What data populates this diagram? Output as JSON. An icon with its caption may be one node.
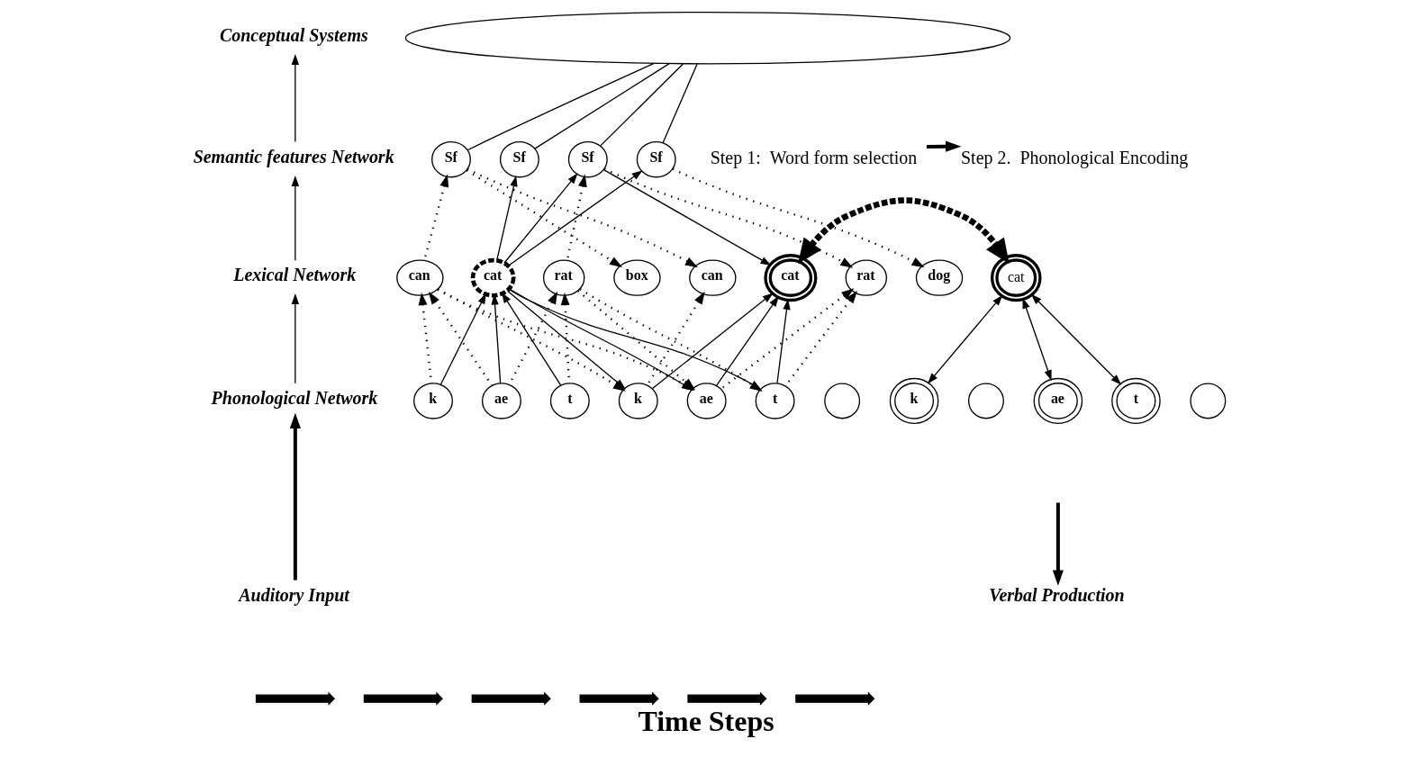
{
  "diagram": {
    "caption": "Time Steps",
    "nodes": [
      {
        "text": [],
        "shape": "ellipse"
      },
      {
        "text": [
          "Sf"
        ]
      },
      {
        "text": [
          "Sf"
        ]
      },
      {
        "text": [
          "Sf"
        ]
      },
      {
        "text": [
          "Sf"
        ]
      },
      {
        "text": [
          "can"
        ]
      },
      {
        "text": [
          "cat"
        ]
      },
      {
        "text": [
          "rat"
        ]
      },
      {
        "text": [
          "k"
        ]
      },
      {
        "text": [
          "ae"
        ]
      },
      {
        "text": [
          "t"
        ]
      },
      {
        "text": [
          "box"
        ]
      },
      {
        "text": [
          "can"
        ]
      },
      {
        "text": [
          "cat"
        ]
      },
      {
        "text": [
          "rat"
        ]
      },
      {
        "text": [
          "dog"
        ]
      },
      {
        "text": [
          "k"
        ]
      },
      {
        "text": [
          "ae"
        ]
      },
      {
        "text": [
          "t"
        ]
      },
      {
        "text": [
          "cat"
        ]
      },
      {
        "text": [],
        "shape": "circle"
      },
      {
        "text": [
          "k"
        ]
      },
      {
        "text": [],
        "shape": "circle"
      },
      {
        "text": [
          "ae"
        ]
      },
      {
        "text": [
          "t"
        ]
      },
      {
        "text": [],
        "shape": "circle"
      },
      {
        "text": [
          "Conceptual Systems"
        ]
      },
      {
        "text": [
          "Semantic features Network"
        ]
      },
      {
        "text": [
          "Lexical Network"
        ]
      },
      {
        "text": [
          "Phonological Network"
        ]
      },
      {
        "text": [
          "Auditory Input"
        ]
      },
      {
        "text": [
          "Step 1:  Word form selection"
        ]
      },
      {
        "text": [
          "Step 2.  Phonological Encoding"
        ]
      },
      {
        "text": [
          "Verbal Production"
        ]
      }
    ],
    "edges": [
      {
        "from": 0,
        "to": 1,
        "arrow": "none"
      },
      {
        "from": 0,
        "to": 2,
        "arrow": "none"
      },
      {
        "from": 0,
        "to": 3,
        "arrow": "none"
      },
      {
        "from": 0,
        "to": 4,
        "arrow": "none"
      },
      {
        "from": 8,
        "to": 5,
        "arrow": "to",
        "style": "dashed"
      },
      {
        "from": 8,
        "to": 6,
        "arrow": "to"
      },
      {
        "from": 9,
        "to": 5,
        "arrow": "to",
        "style": "dashed"
      },
      {
        "from": 9,
        "to": 6,
        "arrow": "to"
      },
      {
        "from": 9,
        "to": 7,
        "arrow": "to",
        "style": "dashed"
      },
      {
        "from": 10,
        "to": 6,
        "arrow": "to"
      },
      {
        "from": 10,
        "to": 7,
        "arrow": "to",
        "style": "dashed"
      },
      {
        "from": 5,
        "to": 1,
        "arrow": "to",
        "style": "dashed"
      },
      {
        "from": 6,
        "to": 2,
        "arrow": "to"
      },
      {
        "from": 6,
        "to": 3,
        "arrow": "to"
      },
      {
        "from": 6,
        "to": 4,
        "arrow": "to"
      },
      {
        "from": 7,
        "to": 3,
        "arrow": "to",
        "style": "dashed"
      },
      {
        "from": 5,
        "to": 16,
        "arrow": "to",
        "style": "dashed"
      },
      {
        "from": 5,
        "to": 17,
        "arrow": "to",
        "style": "dashed"
      },
      {
        "from": 6,
        "to": 16,
        "arrow": "to"
      },
      {
        "from": 6,
        "to": 17,
        "arrow": "to"
      },
      {
        "from": 6,
        "to": 18,
        "arrow": "to"
      },
      {
        "from": 7,
        "to": 17,
        "arrow": "to",
        "style": "dashed"
      },
      {
        "from": 7,
        "to": 18,
        "arrow": "to",
        "style": "dashed"
      },
      {
        "from": 1,
        "to": 11,
        "arrow": "to",
        "style": "dashed"
      },
      {
        "from": 1,
        "to": 12,
        "arrow": "to",
        "style": "dashed"
      },
      {
        "from": 3,
        "to": 13,
        "arrow": "to"
      },
      {
        "from": 3,
        "to": 14,
        "arrow": "to",
        "style": "dashed"
      },
      {
        "from": 4,
        "to": 15,
        "arrow": "to",
        "style": "dashed"
      },
      {
        "from": 16,
        "to": 12,
        "arrow": "to",
        "style": "dashed"
      },
      {
        "from": 16,
        "to": 13,
        "arrow": "to"
      },
      {
        "from": 17,
        "to": 13,
        "arrow": "to"
      },
      {
        "from": 17,
        "to": 14,
        "arrow": "to",
        "style": "dashed"
      },
      {
        "from": 18,
        "to": 13,
        "arrow": "to"
      },
      {
        "from": 18,
        "to": 14,
        "arrow": "to",
        "style": "dashed"
      },
      {
        "from": 13,
        "to": 19,
        "arrow": "both",
        "style": "dashed"
      },
      {
        "from": 19,
        "to": 21,
        "arrow": "both"
      },
      {
        "from": 19,
        "to": 23,
        "arrow": "both"
      },
      {
        "from": 19,
        "to": 24,
        "arrow": "both"
      },
      {
        "from": 30,
        "to": 29,
        "arrow": "to",
        "style": "thick"
      },
      {
        "from": 29,
        "to": 28,
        "arrow": "to"
      },
      {
        "from": 28,
        "to": 27,
        "arrow": "to"
      },
      {
        "from": 27,
        "to": 26,
        "arrow": "to"
      },
      {
        "from": 31,
        "to": 32,
        "arrow": "to",
        "style": "thick"
      },
      {
        "from": null,
        "to": 33,
        "arrow": "to",
        "style": "thick"
      }
    ]
  }
}
